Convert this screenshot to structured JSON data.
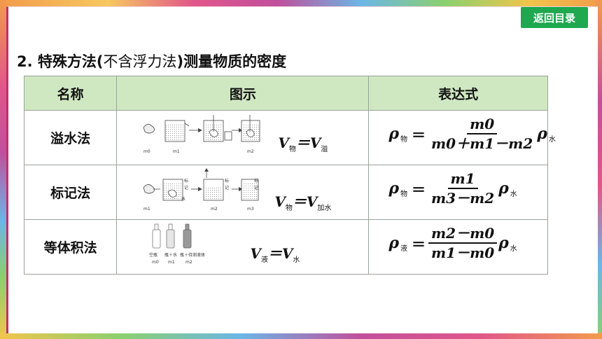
{
  "nav": {
    "back_label": "返回目录"
  },
  "heading": {
    "prefix": "2. 特殊方法(",
    "paren": "不含浮力法",
    "suffix": ")测量物质的密度"
  },
  "table": {
    "headers": [
      "名称",
      "图示",
      "表达式"
    ],
    "rows": [
      {
        "name": "溢水法",
        "labels": [
          "m0",
          "m1",
          "m2"
        ],
        "v_equation": {
          "left": "V",
          "left_sub": "物",
          "eq": "＝",
          "right": "V",
          "right_sub": "溢"
        },
        "formula": {
          "rho": "ρ",
          "rho_sub": "物",
          "eq": "＝",
          "num": "m0",
          "den": "m0＋m1－m2",
          "tail": "ρ",
          "tail_sub": "水"
        }
      },
      {
        "name": "标记法",
        "labels": [
          "m1",
          "m2",
          "m3"
        ],
        "marks": [
          "标",
          "记",
          "水",
          "标",
          "记",
          "标",
          "记"
        ],
        "v_equation": {
          "left": "V",
          "left_sub": "物",
          "eq": "＝",
          "right": "V",
          "right_sub": "加水"
        },
        "formula": {
          "rho": "ρ",
          "rho_sub": "物",
          "eq": "＝",
          "num": "m1",
          "den": "m3－m2",
          "tail": "ρ",
          "tail_sub": "水"
        }
      },
      {
        "name": "等体积法",
        "bottle_labels": [
          "空瓶",
          "瓶＋水",
          "瓶＋待测液体"
        ],
        "labels": [
          "m0",
          "m1",
          "m2"
        ],
        "v_equation": {
          "left": "V",
          "left_sub": "液",
          "eq": "＝",
          "right": "V",
          "right_sub": "水"
        },
        "formula": {
          "rho": "ρ",
          "rho_sub": "液",
          "eq": "＝",
          "num": "m2－m0",
          "den": "m1－m0",
          "tail": "ρ",
          "tail_sub": "水"
        }
      }
    ]
  }
}
